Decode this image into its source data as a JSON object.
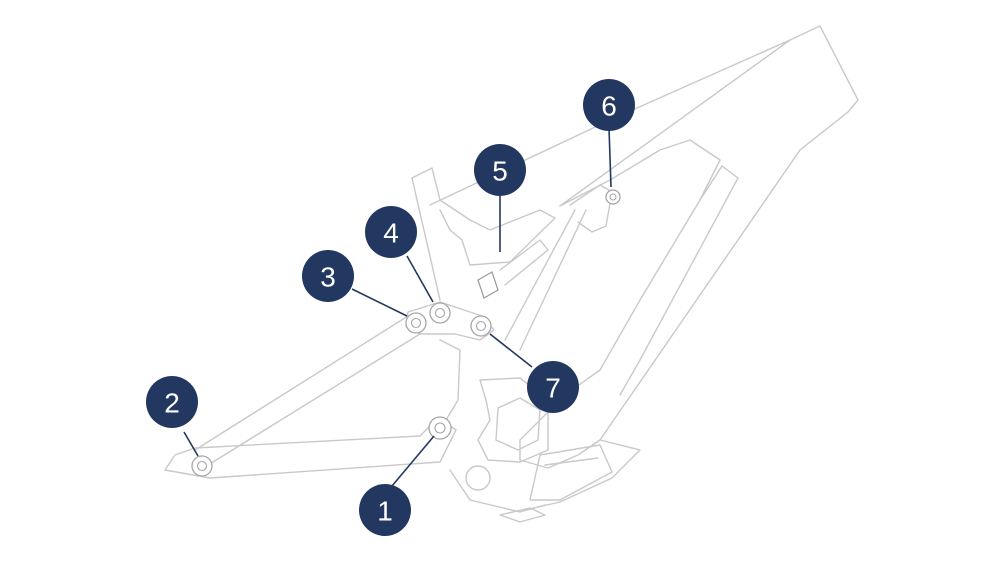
{
  "callouts": [
    {
      "id": "1",
      "label": "1"
    },
    {
      "id": "2",
      "label": "2"
    },
    {
      "id": "3",
      "label": "3"
    },
    {
      "id": "4",
      "label": "4"
    },
    {
      "id": "5",
      "label": "5"
    },
    {
      "id": "6",
      "label": "6"
    },
    {
      "id": "7",
      "label": "7"
    }
  ],
  "colors": {
    "badge": "#233861",
    "badge_text": "#ffffff",
    "frame_outline": "#c9c9c9",
    "bolt_outline": "#a6a6a6"
  }
}
